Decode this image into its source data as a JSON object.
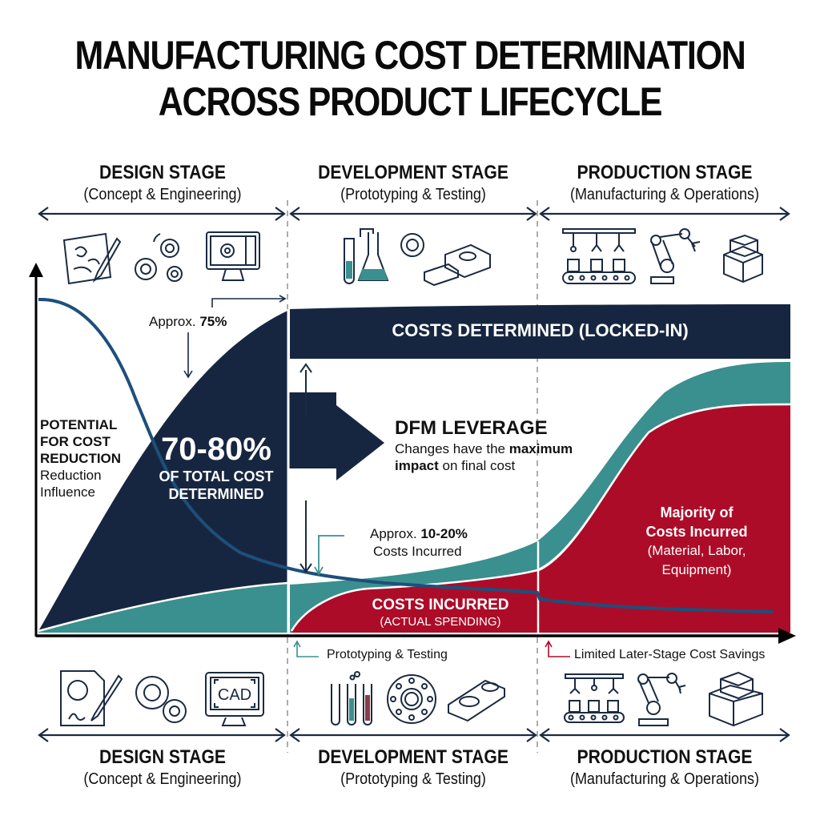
{
  "title": {
    "line1": "MANUFACTURING COST DETERMINATION",
    "line2": "ACROSS PRODUCT LIFECYCLE"
  },
  "stages_top": [
    {
      "title": "DESIGN STAGE",
      "subtitle": "(Concept & Engineering)",
      "icons": [
        "sketch-paper-pencil-icon",
        "gears-icon",
        "computer-gear-icon"
      ]
    },
    {
      "title": "DEVELOPMENT STAGE",
      "subtitle": "(Prototyping & Testing)",
      "icons": [
        "test-tube-flask-icon",
        "gear-icon",
        "machined-part-icon"
      ]
    },
    {
      "title": "PRODUCTION STAGE",
      "subtitle": "(Manufacturing & Operations)",
      "icons": [
        "conveyor-assembly-icon",
        "robot-arm-icon",
        "stacked-boxes-icon"
      ]
    }
  ],
  "stages_bottom": [
    {
      "title": "DESIGN STAGE",
      "subtitle": "(Concept & Engineering)",
      "icons": [
        "signed-drawing-pencil-icon",
        "gears-icon",
        "cad-monitor-icon"
      ],
      "cad_text": "CAD"
    },
    {
      "title": "DEVELOPMENT STAGE",
      "subtitle": "(Prototyping & Testing)",
      "icons": [
        "test-tubes-icon",
        "flange-icon",
        "machined-block-icon"
      ]
    },
    {
      "title": "PRODUCTION STAGE",
      "subtitle": "(Manufacturing & Operations)",
      "icons": [
        "conveyor-assembly-icon",
        "robot-arm-icon",
        "stacked-boxes-icon"
      ]
    }
  ],
  "chart": {
    "approx_75_prefix": "Approx. ",
    "approx_75_value": "75%",
    "potential_line1": "POTENTIAL",
    "potential_line2": "FOR COST",
    "potential_line3": "REDUCTION",
    "potential_line4": "Reduction",
    "potential_line5": "Influence",
    "big_percent": "70-80%",
    "big_sub1": "OF TOTAL COST",
    "big_sub2": "DETERMINED",
    "locked_in_label": "COSTS DETERMINED (LOCKED-IN)",
    "dfm_title": "DFM LEVERAGE",
    "dfm_line1_a": "Changes have the ",
    "dfm_line1_b": "maximum",
    "dfm_line2_a": "impact",
    "dfm_line2_b": " on final cost",
    "approx_1020_prefix": "Approx. ",
    "approx_1020_value": "10-20%",
    "approx_1020_sub": "Costs Incurred",
    "costs_incurred": "COSTS INCURRED",
    "actual_spending": "(ACTUAL SPENDING)",
    "majority_line1": "Majority of",
    "majority_line2": "Costs Incurred",
    "majority_line3": "(Material, Labor,",
    "majority_line4": "Equipment)",
    "note_dev": "Prototyping & Testing",
    "note_prod": "Limited Later-Stage Cost Savings"
  },
  "colors": {
    "navy": "#172640",
    "teal": "#3a908e",
    "red": "#ad0c28",
    "curve_blue": "#1d4f7c",
    "axis": "#000000"
  }
}
